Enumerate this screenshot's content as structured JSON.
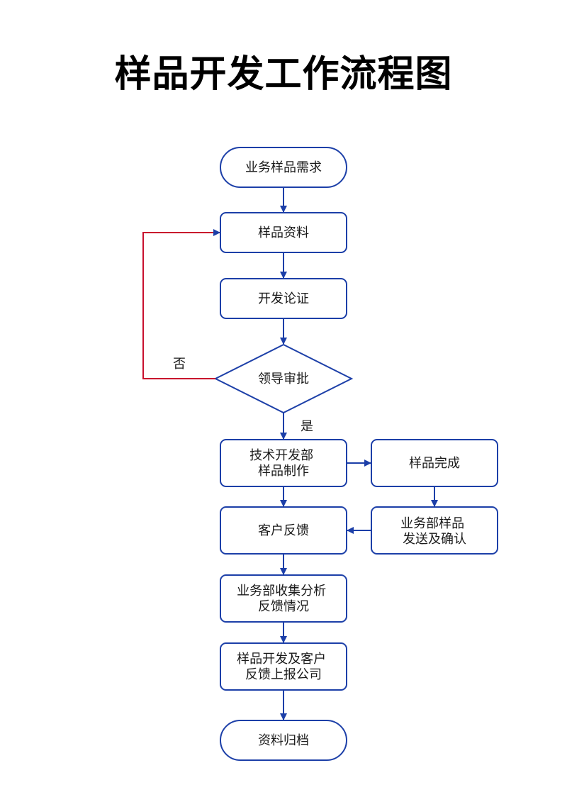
{
  "title": "样品开发工作流程图",
  "colors": {
    "node_stroke": "#1c3fa8",
    "flow_arrow": "#1c3fa8",
    "reject_arrow": "#c8102e"
  },
  "nodes": {
    "start": [
      "业务样品需求"
    ],
    "materials": [
      "样品资料"
    ],
    "demonstration": [
      "开发论证"
    ],
    "approval": [
      "领导审批"
    ],
    "tech_production": [
      "技术开发部",
      "样品制作"
    ],
    "sample_complete": [
      "样品完成"
    ],
    "customer_feedback": [
      "客户反馈"
    ],
    "sales_confirm": [
      "业务部样品",
      "发送及确认"
    ],
    "collect_analysis": [
      "业务部收集分析",
      "反馈情况"
    ],
    "report": [
      "样品开发及客户",
      "反馈上报公司"
    ],
    "archive": [
      "资料归档"
    ]
  },
  "branch_labels": {
    "no": "否",
    "yes": "是"
  }
}
